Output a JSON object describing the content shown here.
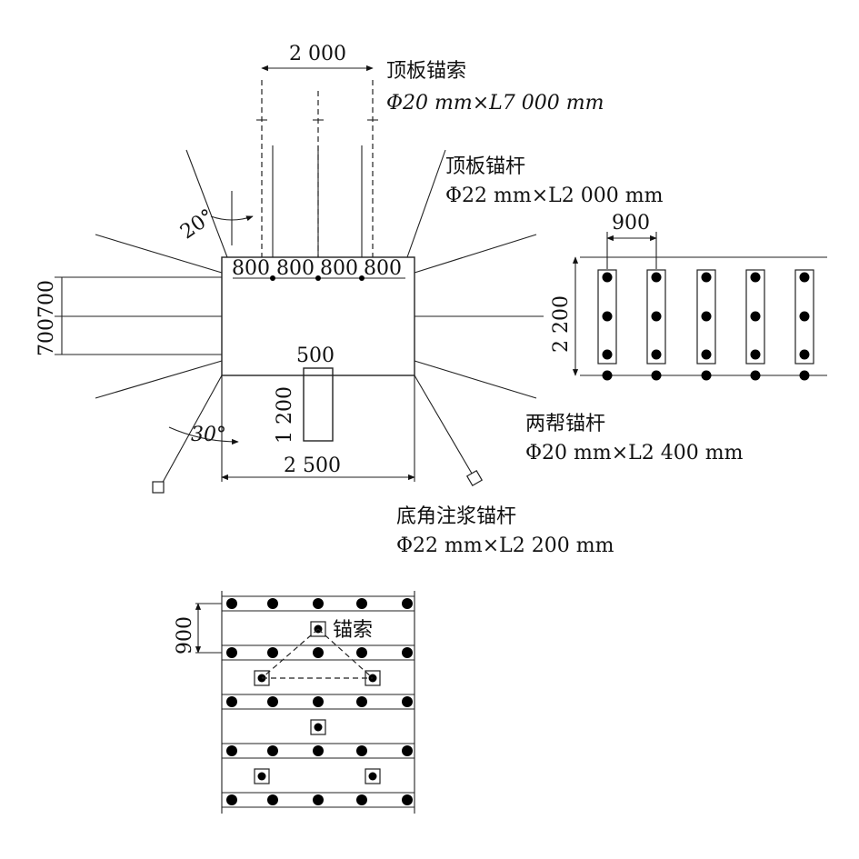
{
  "cross_section": {
    "roof_cable_label": "顶板锚索",
    "roof_cable_spec": "Φ20 mm×L7 000 mm",
    "roof_bolt_label": "顶板锚杆",
    "roof_bolt_spec": "Φ22 mm×L2 000 mm",
    "side_bolt_label": "两帮锚杆",
    "side_bolt_spec": "Φ20 mm×L2 400 mm",
    "floor_bolt_label": "底角注浆锚杆",
    "floor_bolt_spec": "Φ22 mm×L2 200 mm",
    "dim_cable_spacing": "2 000",
    "dim_roof_spacing": [
      "800",
      "800",
      "800",
      "800"
    ],
    "angle_roof": "20°",
    "angle_floor": "30°",
    "dim_side_spacing": "700700",
    "dim_trench_width": "500",
    "dim_trench_depth": "1 200",
    "dim_width": "2 500"
  },
  "side_elevation": {
    "dim_row_spacing": "900",
    "dim_height": "2 200"
  },
  "roof_plan": {
    "dim_row_spacing": "900",
    "cable_label": "锚索"
  }
}
